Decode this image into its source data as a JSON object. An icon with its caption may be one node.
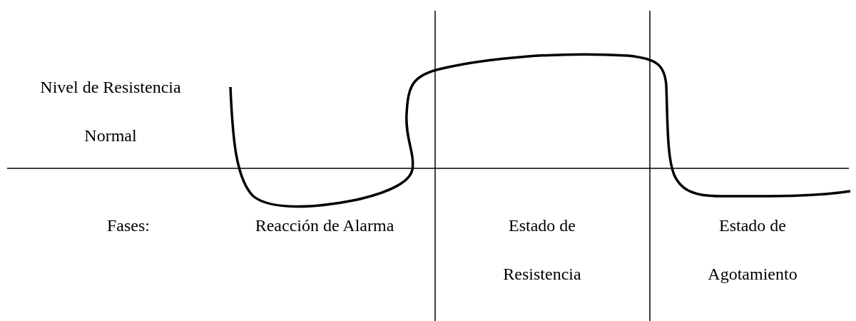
{
  "diagram": {
    "labels": [
      "Nivel de Resistencia Normal",
      "Fases:",
      "Reacción de Alarma",
      "Estado de Resistencia",
      "Estado de Agotamiento"
    ]
  }
}
